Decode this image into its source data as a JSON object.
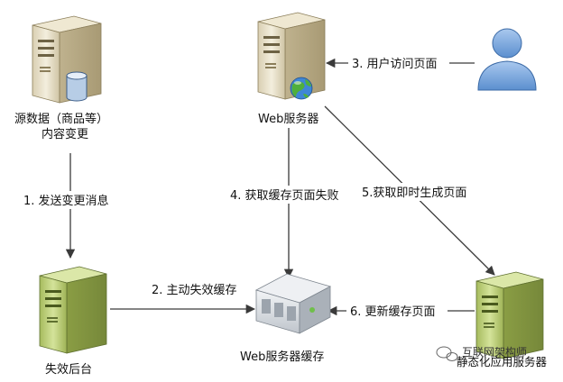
{
  "nodes": {
    "source": {
      "label_line1": "源数据（商品等）",
      "label_line2": "内容变更"
    },
    "web_server": {
      "label": "Web服务器"
    },
    "user": {
      "label": ""
    },
    "invalidation_backend": {
      "label": "失效后台"
    },
    "web_cache": {
      "label": "Web服务器缓存"
    },
    "static_server": {
      "label": "静态化应用服务器"
    }
  },
  "edges": [
    {
      "id": "e1",
      "label": "1. 发送变更消息"
    },
    {
      "id": "e2",
      "label": "2. 主动失效缓存"
    },
    {
      "id": "e3",
      "label": "3. 用户访问页面"
    },
    {
      "id": "e4",
      "label": "4. 获取缓存页面失败"
    },
    {
      "id": "e5",
      "label": "5.获取即时生成页面"
    },
    {
      "id": "e6",
      "label": "6. 更新缓存页面"
    }
  ],
  "watermark": {
    "text": "互联网架构师"
  },
  "colors": {
    "server_beige": "#e8e0c8",
    "server_green": "#b8cc72",
    "cache_gray": "#d7dbe0",
    "user_blue": "#7aa8dc",
    "arrow": "#3a3a3a"
  }
}
